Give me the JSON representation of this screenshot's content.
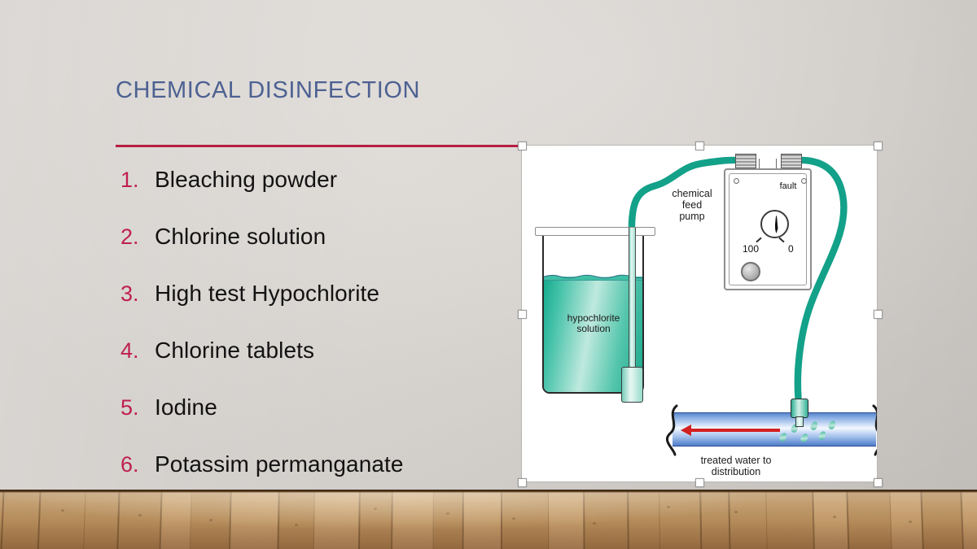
{
  "slide": {
    "title": "CHEMICAL DISINFECTION",
    "accent_rule_color": "#b71f42",
    "title_color": "#4d6192",
    "background_color": "#d7d3cf",
    "floor_color": "#bd9360"
  },
  "list": {
    "items": [
      {
        "number": "1.",
        "label": "Bleaching powder"
      },
      {
        "number": "2.",
        "label": "Chlorine solution"
      },
      {
        "number": "3.",
        "label": "High test Hypochlorite"
      },
      {
        "number": "4.",
        "label": "Chlorine tablets"
      },
      {
        "number": "5.",
        "label": "Iodine"
      },
      {
        "number": "6.",
        "label": "Potassim permanganate"
      }
    ],
    "number_color": "#bf2050",
    "text_color": "#121212"
  },
  "picture": {
    "selected": true,
    "diagram": {
      "tank_label": "hypochlorite\nsolution",
      "pump_label": "chemical\nfeed\npump",
      "fault_label": "fault",
      "dial_max": "100",
      "dial_min": "0",
      "pipe_label": "treated water to\ndistribution",
      "liquid_color": "#3fc0a6",
      "tube_color": "#13a189",
      "pipe_color": "#8fb3e6",
      "flow_arrow_color": "#d32020"
    }
  }
}
